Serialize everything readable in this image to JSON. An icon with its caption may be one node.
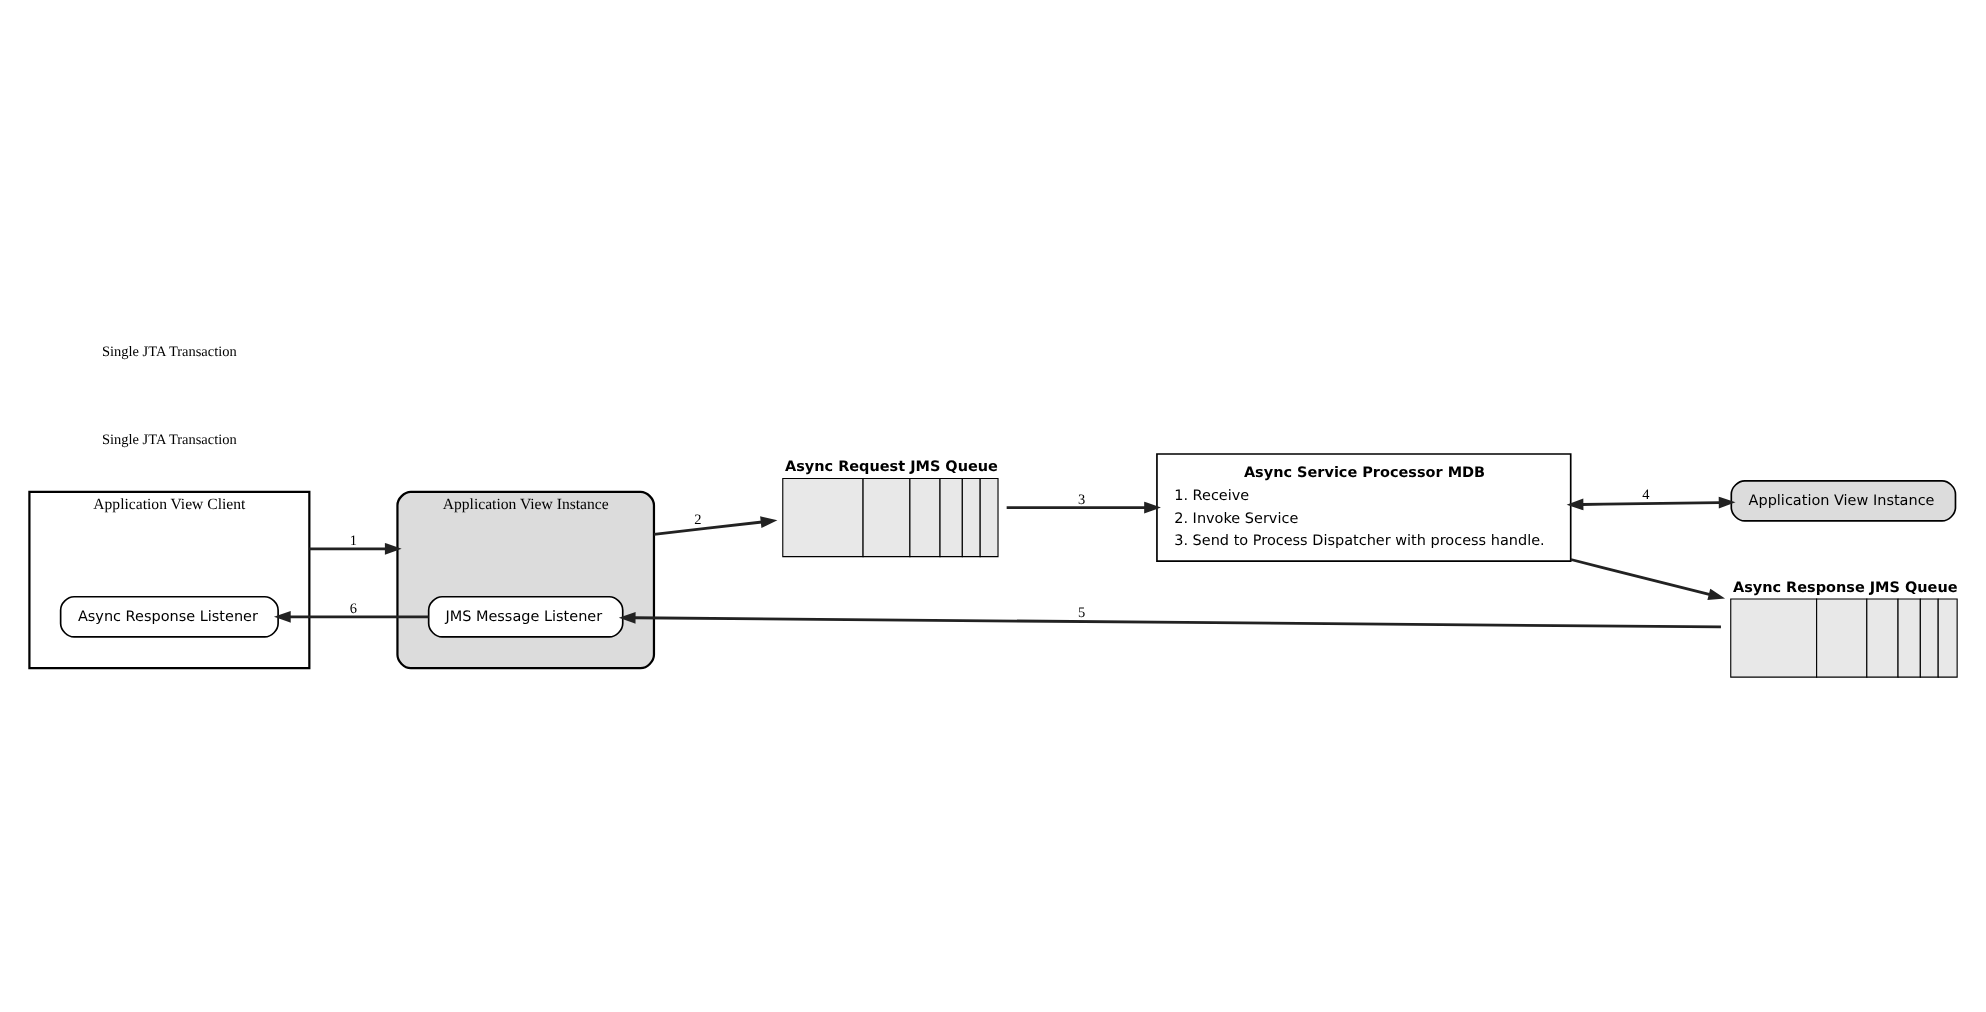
{
  "diagram": {
    "nodes": [
      {
        "text": [
          "Application View Client"
        ]
      },
      {
        "text": [
          "Async Response Listener"
        ],
        "in": 0
      },
      {
        "text": [
          "Application View Instance"
        ]
      },
      {
        "text": [
          "JMS Message Listener"
        ],
        "in": 2
      },
      {
        "text": [],
        "shape": "box",
        "beside": [
          "Async Request JMS Queue"
        ]
      },
      {
        "text": [],
        "shape": "box",
        "beside": [
          "Async Response JMS Queue"
        ]
      },
      {
        "text": [
          "Async Service Processor MDB",
          "1. Receive",
          "2. Invoke Service",
          "3. Send to Process Dispatcher with process handle."
        ]
      },
      {
        "text": [
          "Application View Instance"
        ]
      }
    ],
    "edges": [
      {
        "from": 0,
        "to": 2,
        "arrow": "to",
        "label": "1"
      },
      {
        "from": 2,
        "to": 4,
        "arrow": "to",
        "label": "2"
      },
      {
        "from": 4,
        "to": 6,
        "arrow": "to",
        "label": "3"
      },
      {
        "from": 6,
        "to": 7,
        "arrow": "both",
        "label": "4"
      },
      {
        "from": 6,
        "to": 5,
        "arrow": "to"
      },
      {
        "from": 5,
        "to": 3,
        "arrow": "to",
        "label": "5"
      },
      {
        "from": 3,
        "to": 1,
        "arrow": "to",
        "label": "6"
      }
    ],
    "labels": [
      "Single JTA Transaction",
      "Single JTA Transaction"
    ]
  }
}
